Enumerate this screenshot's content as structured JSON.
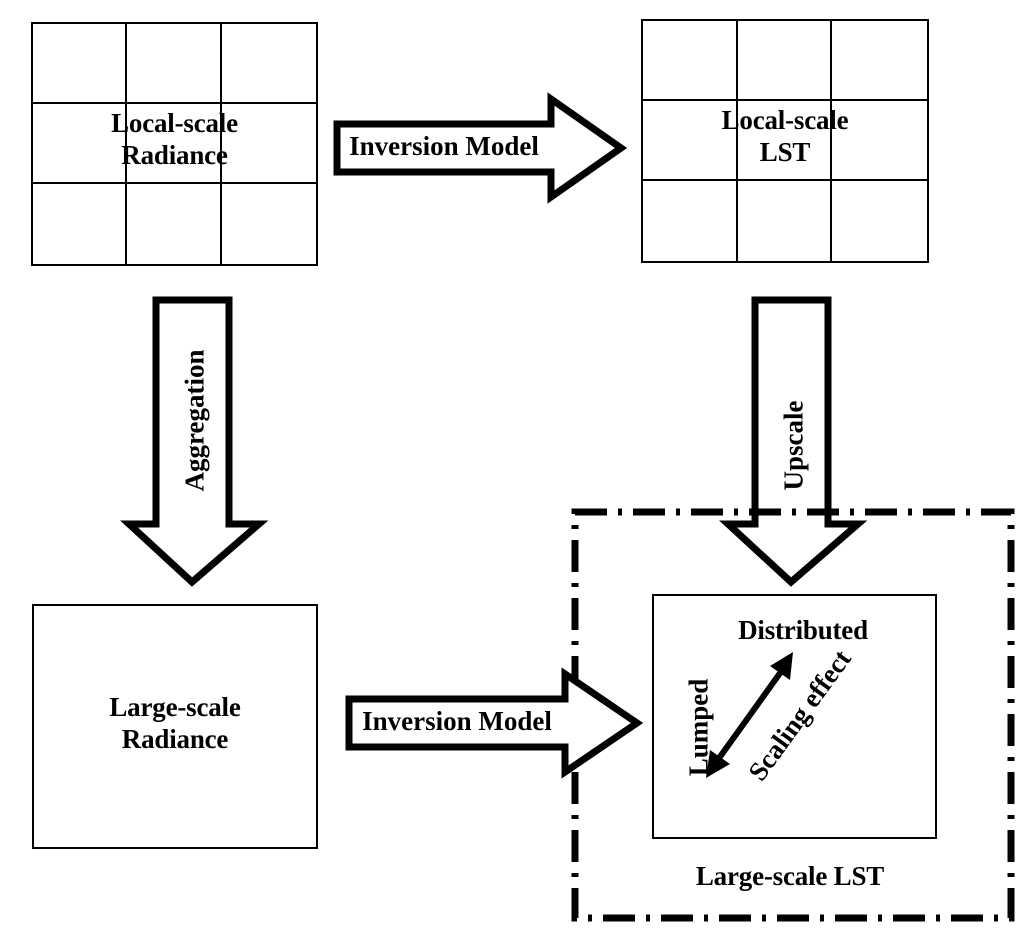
{
  "diagram": {
    "title": "Scaling effect of land surface temperature retrieval",
    "background_color": "#ffffff",
    "line_color": "#000000"
  },
  "nodes": {
    "local_scale_radiance": {
      "label": "Local-scale\nRadiance",
      "shape": "3x3-grid",
      "cells": 9
    },
    "local_scale_lst": {
      "label": "Local-scale\nLST",
      "shape": "3x3-grid",
      "cells": 9
    },
    "large_scale_radiance": {
      "label": "Large-scale\nRadiance",
      "shape": "rectangle"
    },
    "large_scale_lst_group": {
      "label": "Large-scale LST",
      "shape": "dash-dot-rectangle"
    },
    "lst_inner_box": {
      "shape": "rectangle"
    }
  },
  "arrows": {
    "inversion_model_top": {
      "label": "Inversion Model",
      "direction": "right",
      "style": "hollow-block"
    },
    "inversion_model_bottom": {
      "label": "Inversion Model",
      "direction": "right",
      "style": "hollow-block"
    },
    "aggregation": {
      "label": "Aggregation",
      "direction": "down",
      "style": "hollow-block"
    },
    "upscale": {
      "label": "Upscale",
      "direction": "down",
      "style": "hollow-block"
    },
    "scaling_effect": {
      "label": "Scaling effect",
      "direction": "double-diagonal",
      "style": "thin-line",
      "head_top_label": "Distributed",
      "head_bottom_label": "Lumped"
    }
  },
  "texts": {
    "distributed": "Distributed",
    "lumped": "Lumped",
    "scaling_effect": "Scaling effect",
    "large_scale_lst": "Large-scale LST"
  }
}
